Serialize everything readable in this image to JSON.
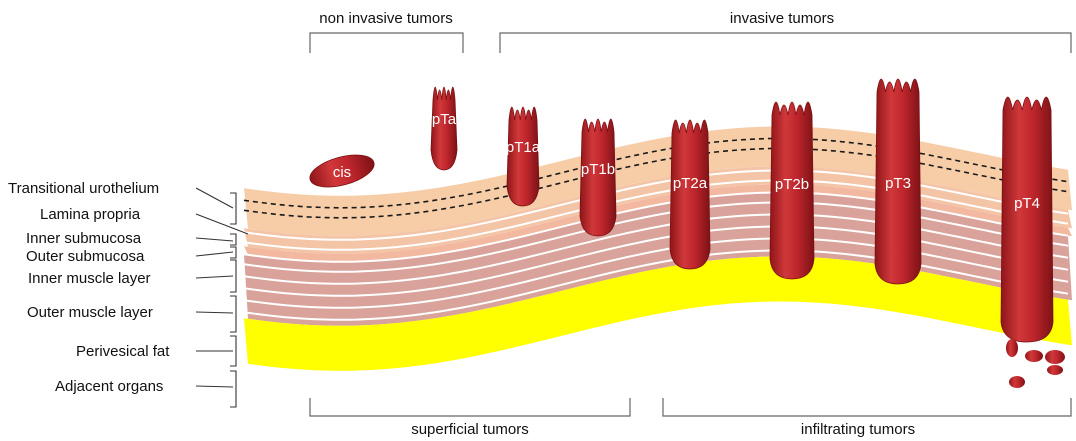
{
  "top_brackets": {
    "non_invasive": "non invasive tumors",
    "invasive": "invasive tumors"
  },
  "bottom_brackets": {
    "superficial": "superficial tumors",
    "infiltrating": "infiltrating tumors"
  },
  "layers": [
    {
      "label": "Transitional urothelium"
    },
    {
      "label": "Lamina propria"
    },
    {
      "label": "Inner submucosa"
    },
    {
      "label": "Outer submucosa"
    },
    {
      "label": "Inner muscle layer"
    },
    {
      "label": "Outer muscle layer"
    },
    {
      "label": "Perivesical fat"
    },
    {
      "label": "Adjacent organs"
    }
  ],
  "tumors": [
    {
      "label": "cis"
    },
    {
      "label": "pTa"
    },
    {
      "label": "pT1a"
    },
    {
      "label": "pT1b"
    },
    {
      "label": "pT2a"
    },
    {
      "label": "pT2b"
    },
    {
      "label": "pT3"
    },
    {
      "label": "pT4"
    }
  ],
  "colors": {
    "urothelium": "#f7cda8",
    "submucosa": "#f4c4a6",
    "muscle": "#d9a39c",
    "fat": "#ffff00",
    "tumor": "#c0272d",
    "tumor_dark": "#8e1519"
  }
}
